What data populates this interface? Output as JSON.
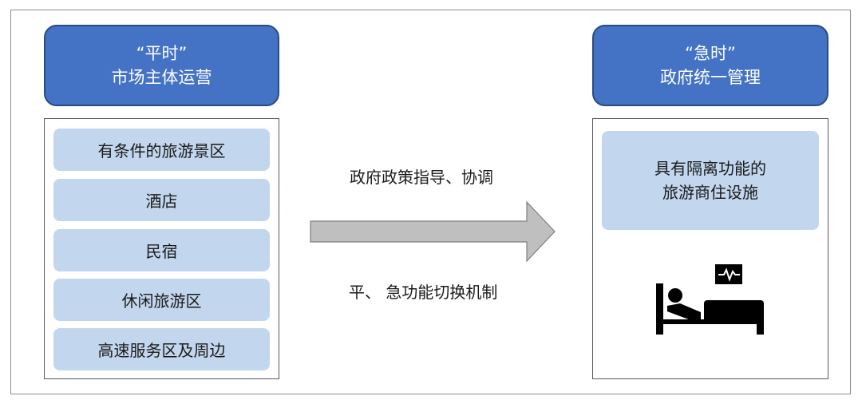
{
  "left": {
    "header_line1": "“平时”",
    "header_line2": "市场主体运营",
    "items": [
      "有条件的旅游景区",
      "酒店",
      "民宿",
      "休闲旅游区",
      "高速服务区及周边"
    ]
  },
  "right": {
    "header_line1": "“急时”",
    "header_line2": "政府统一管理",
    "box_line1": "具有隔离功能的",
    "box_line2": "旅游商住设施"
  },
  "arrow": {
    "top_label": "政府政策指导、协调",
    "bottom_label": "平、 急功能切换机制"
  },
  "icons": {
    "arrow": "right-arrow-icon",
    "bed": "hospital-bed-icon"
  },
  "colors": {
    "header_fill": "#4472c4",
    "item_fill": "#c2d6ee",
    "arrow_fill": "#bfbfbf"
  }
}
